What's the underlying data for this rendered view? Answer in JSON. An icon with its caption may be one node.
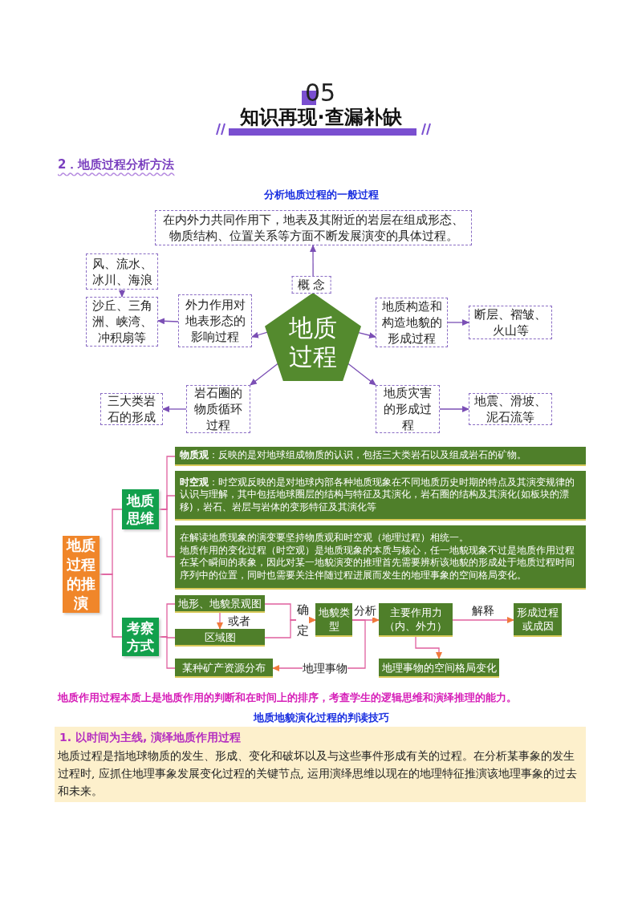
{
  "diagram": {
    "title": "知识再现·查漏补缺",
    "nodes": [
      {
        "text": [
          "在内外力共同作用下，地表及其附近的岩层在组成形态、物质结构、位置关系等方面不断发展演变的具体过程。"
        ]
      },
      {
        "text": [
          "地质过程"
        ]
      },
      {
        "text": [
          "外力作用对地表形态的影响过程"
        ]
      },
      {
        "text": [
          "风、流水、冰川、海浪"
        ]
      },
      {
        "text": [
          "沙丘、三角洲、峡湾、冲积扇等"
        ]
      },
      {
        "text": [
          "地质构造和构造地貌的形成过程"
        ]
      },
      {
        "text": [
          "断层、褶皱、火山等"
        ]
      },
      {
        "text": [
          "岩石圈的物质循环过程"
        ]
      },
      {
        "text": [
          "三大类岩石的形成"
        ]
      },
      {
        "text": [
          "地质灾害的形成过程"
        ]
      },
      {
        "text": [
          "地震、滑坡、泥石流等"
        ]
      },
      {
        "text": [
          "地质过程的推演"
        ]
      },
      {
        "text": [
          "地质思维"
        ]
      },
      {
        "text": [
          "**物质观**：反映的是对地球组成物质的认识，包括三大类岩石以及组成岩石的矿物。"
        ]
      },
      {
        "text": [
          "**时空观**：时空观反映的是对地球内部各种地质现象在不同地质历史时期的特点及其演变规律的认识与理解，其中包括地球圈层的结构与特征及其演化，岩石圈的结构及其演化(如板块的漂移)，岩石、岩层与岩体的变形特征及其演化等"
        ]
      },
      {
        "text": [
          "在解读地质现象的演变要坚持物质观和时空观（地理过程）相统一。",
          "地质作用的变化过程（时空观）是地质现象的本质与核心，任一地貌现象不过是地质作用过程在某个瞬间的表象，因此对某一地貌演变的推理首先需要辨析该地貌的形成处于地质过程时间序列中的位置，同时也需要关注伴随过程进展而发生的地理事象的空间格局变化。"
        ]
      },
      {
        "text": [
          "考察方式"
        ]
      },
      {
        "text": [
          "地形、地貌景观图"
        ]
      },
      {
        "text": [
          "区域图"
        ]
      },
      {
        "text": [
          "某种矿产资源分布"
        ]
      },
      {
        "text": [
          "地貌类型"
        ]
      },
      {
        "text": [
          "主要作用力（内、外力）"
        ]
      },
      {
        "text": [
          "形成过程或成因"
        ]
      },
      {
        "text": [
          "地理事物的空间格局变化"
        ]
      }
    ],
    "edges": [
      {
        "from": 1,
        "to": 0,
        "arrow": "to",
        "label": "概 念",
        "color": "#7b4fb5"
      },
      {
        "from": 1,
        "to": 2,
        "arrow": "to",
        "color": "#7b4fb5"
      },
      {
        "from": 2,
        "to": 4,
        "arrow": "to",
        "color": "#7b4fb5"
      },
      {
        "from": 3,
        "to": 4,
        "arrow": "to",
        "color": "#7b4fb5"
      },
      {
        "from": 1,
        "to": 5,
        "arrow": "to",
        "color": "#7b4fb5"
      },
      {
        "from": 5,
        "to": 6,
        "arrow": "to",
        "color": "#7b4fb5"
      },
      {
        "from": 1,
        "to": 7,
        "arrow": "to",
        "color": "#7b4fb5"
      },
      {
        "from": 7,
        "to": 8,
        "arrow": "to",
        "color": "#7b4fb5"
      },
      {
        "from": 1,
        "to": 9,
        "arrow": "to",
        "color": "#7b4fb5"
      },
      {
        "from": 9,
        "to": 10,
        "arrow": "to",
        "color": "#7b4fb5"
      },
      {
        "from": 11,
        "to": 12,
        "arrow": "none"
      },
      {
        "from": 11,
        "to": 16,
        "arrow": "none"
      },
      {
        "from": 12,
        "to": 13,
        "arrow": "none"
      },
      {
        "from": 12,
        "to": 14,
        "arrow": "none"
      },
      {
        "from": 12,
        "to": 15,
        "arrow": "none"
      },
      {
        "from": 16,
        "to": 17,
        "arrow": "none"
      },
      {
        "from": 16,
        "to": 18,
        "arrow": "none"
      },
      {
        "from": 16,
        "to": 19,
        "arrow": "none"
      },
      {
        "from": 17,
        "to": 18,
        "arrow": "to",
        "label": "或者"
      },
      {
        "from": 17,
        "to": 20,
        "arrow": "to",
        "label": "确定"
      },
      {
        "from": 18,
        "to": 20,
        "arrow": "to"
      },
      {
        "from": 20,
        "to": 21,
        "arrow": "to",
        "label": "分析"
      },
      {
        "from": 21,
        "to": 22,
        "arrow": "to",
        "label": "解释"
      },
      {
        "from": 21,
        "to": 23,
        "arrow": "to"
      },
      {
        "from": 20,
        "to": 19,
        "arrow": "to",
        "label": "地理事物"
      }
    ],
    "labels": [
      "05",
      "2．地质过程分析方法",
      "分析地质过程的一般过程",
      "地质作用过程本质上是地质作用的判断和在时间上的排序，考查学生的逻辑思维和演绎推理的能力。",
      "地质地貌演化过程的判读技巧",
      "1. 以时间为主线, 演绎地质作用过程",
      "地质过程是指地球物质的发生、形成、变化和破坏以及与这些事件形成有关的过程。在分析某事象的发生过程时, 应抓住地理事象发展变化过程的关键节点, 运用演绎思维以现在的地理特征推演该地理事象的过去和未来。"
    ]
  }
}
